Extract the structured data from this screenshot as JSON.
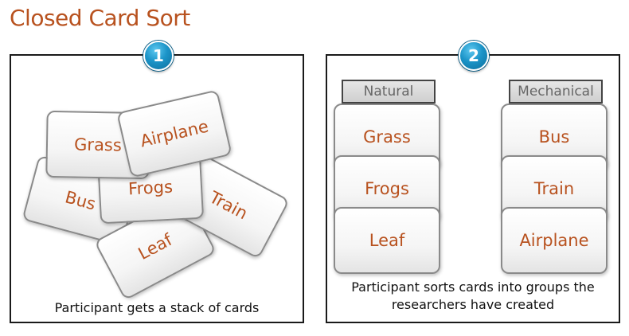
{
  "title": "Closed Card Sort",
  "step1": {
    "badge": "1",
    "cards": [
      "Bus",
      "Leaf",
      "Train",
      "Frogs",
      "Grass",
      "Airplane"
    ],
    "caption": "Participant gets a stack of cards"
  },
  "step2": {
    "badge": "2",
    "groups": [
      {
        "name": "Natural",
        "cards": [
          "Grass",
          "Frogs",
          "Leaf"
        ]
      },
      {
        "name": "Mechanical",
        "cards": [
          "Bus",
          "Train",
          "Airplane"
        ]
      }
    ],
    "caption_line1": "Participant sorts cards into groups the",
    "caption_line2": "researchers have created"
  },
  "colors": {
    "accent": "#b8521f",
    "badge": "#1b94c8",
    "border": "#1a1a1a"
  }
}
